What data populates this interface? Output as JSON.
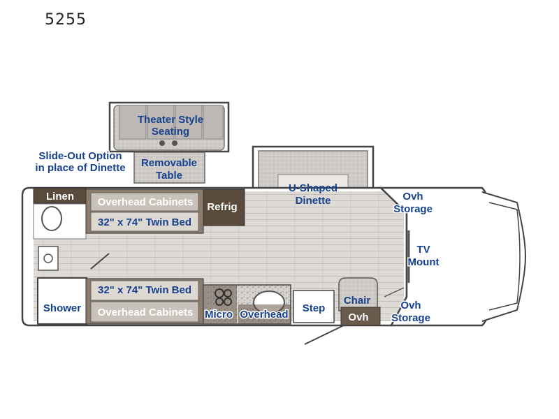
{
  "model_number": "5255",
  "labels": {
    "theater_line1": "Theater Style",
    "theater_line2": "Seating",
    "slideout_line1": "Slide-Out Option",
    "slideout_line2": "in place of Dinette",
    "removable_line1": "Removable",
    "removable_line2": "Table",
    "linen": "Linen",
    "overhead_top": "Overhead Cabinets",
    "refrig": "Refrig",
    "twin_bed_top": "32\" x 74\" Twin Bed",
    "dinette_line1": "U-Shaped",
    "dinette_line2": "Dinette",
    "ovh_storage_top_1": "Ovh",
    "ovh_storage_top_2": "Storage",
    "tv_1": "TV",
    "tv_2": "Mount",
    "twin_bed_bottom": "32\" x 74\" Twin Bed",
    "shower": "Shower",
    "overhead_bottom": "Overhead Cabinets",
    "micro": "Micro",
    "overhead_kitchen": "Overhead",
    "step": "Step",
    "chair": "Chair",
    "ovh_chair": "Ovh",
    "ovh_storage_bottom_1": "Ovh",
    "ovh_storage_bottom_2": "Storage"
  },
  "colors": {
    "label_blue": "#16418f",
    "cabinet_brown": "#5a4a3c",
    "floor": "#d9d5d0",
    "upholstery": "#c8c4c0"
  }
}
